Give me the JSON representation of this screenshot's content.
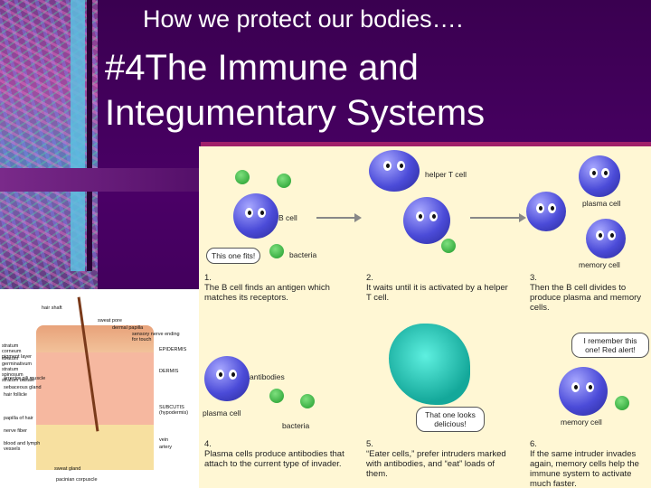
{
  "slide": {
    "subtitle": "How we protect our bodies….",
    "title_line1": "#4The Immune and",
    "title_line2": "Integumentary Systems"
  },
  "immune_diagram": {
    "labels": {
      "helper_t": "helper T cell",
      "b_cell": "B cell",
      "bacteria1": "bacteria",
      "plasma1": "plasma cell",
      "memory1": "memory cell",
      "antibodies": "antibodies",
      "plasma2": "plasma cell",
      "bacteria2": "bacteria",
      "memory2": "memory cell"
    },
    "bubbles": {
      "fits": "This one fits!",
      "remember": "I remember this one! Red alert!",
      "delicious": "That one looks delicious!"
    },
    "steps": [
      {
        "num": "1.",
        "text": "The B cell finds an antigen which matches its receptors."
      },
      {
        "num": "2.",
        "text": "It waits until it is activated by a helper T cell."
      },
      {
        "num": "3.",
        "text": "Then the B cell divides to produce plasma and memory cells."
      },
      {
        "num": "4.",
        "text": "Plasma cells produce antibodies that attach to the current type of invader."
      },
      {
        "num": "5.",
        "text": "“Eater cells,” prefer intruders marked with antibodies, and “eat” loads of them."
      },
      {
        "num": "6.",
        "text": "If the same intruder invades again, memory cells help the immune system to activate much faster."
      }
    ]
  },
  "skin_diagram": {
    "labels": {
      "hair_shaft": "hair shaft",
      "sweat_pore": "sweat pore",
      "dermal_papilla": "dermal papilla",
      "sensory_nerve": "sensory nerve ending for touch",
      "corneum": "stratum corneum pigment layer",
      "germinativum": "stratum germinativum stratum spinosum stratum basale",
      "epidermis": "EPIDERMIS",
      "arrector": "arrector pili muscle",
      "dermis": "DERMIS",
      "sebaceous": "sebaceous gland",
      "follicle": "hair follicle",
      "papilla_hair": "papilla of hair",
      "subcutis": "SUBCUTIS (hypodermis)",
      "nerve_fiber": "nerve fiber",
      "vein": "vein",
      "artery": "artery",
      "lymph": "blood and lymph vessels",
      "sweat_gland": "sweat gland",
      "pacinian": "pacinian corpuscle"
    }
  },
  "colors": {
    "background": "#3a0050",
    "title_text": "#ffffff",
    "cell_blue": "#4b4bd8",
    "bacteria_green": "#1f9a2a",
    "diagram_bg": "#fff7d4"
  }
}
